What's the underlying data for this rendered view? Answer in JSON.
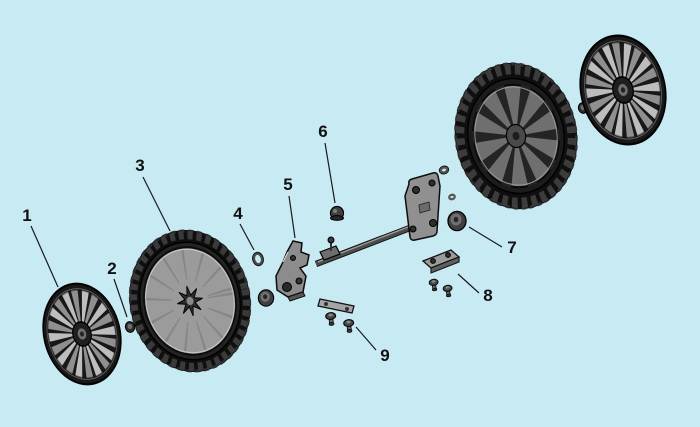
{
  "colors": {
    "background": "#c7eaf3",
    "line": "#1a1a1a",
    "metal_light": "#9b9b9b",
    "metal_dark": "#2e2e2e"
  },
  "diagram": {
    "kind": "exploded-parts-diagram",
    "callouts": [
      {
        "label": "1",
        "part": "left-wheel-cover"
      },
      {
        "label": "2",
        "part": "left-wheel-bolt"
      },
      {
        "label": "3",
        "part": "left-wheel-tire"
      },
      {
        "label": "4",
        "part": "washer"
      },
      {
        "label": "5",
        "part": "adjuster-bracket"
      },
      {
        "label": "6",
        "part": "cap-nut"
      },
      {
        "label": "7",
        "part": "bushing"
      },
      {
        "label": "8",
        "part": "mount-bracket"
      },
      {
        "label": "9",
        "part": "shoulder-bolts"
      }
    ]
  }
}
